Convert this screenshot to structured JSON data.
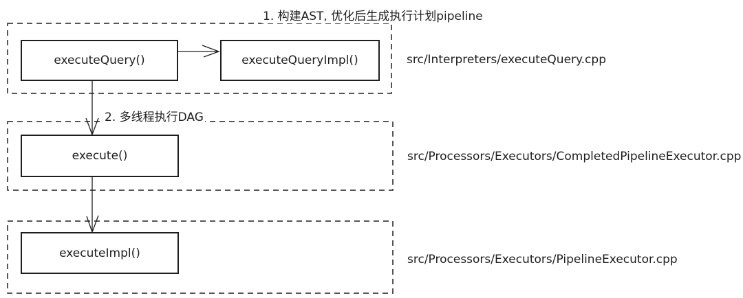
{
  "groups": [
    {
      "label": "1. 构建AST, 优化后生成执行计划pipeline",
      "path": "src/Interpreters/executeQuery.cpp"
    },
    {
      "label": "2. 多线程执行DAG",
      "path": "src/Processors/Executors/CompletedPipelineExecutor.cpp"
    },
    {
      "label": "",
      "path": "src/Processors/Executors/PipelineExecutor.cpp"
    }
  ],
  "nodes": {
    "execute_query": "executeQuery()",
    "execute_query_impl": "executeQueryImpl()",
    "execute": "execute()",
    "execute_impl": "executeImpl()"
  }
}
